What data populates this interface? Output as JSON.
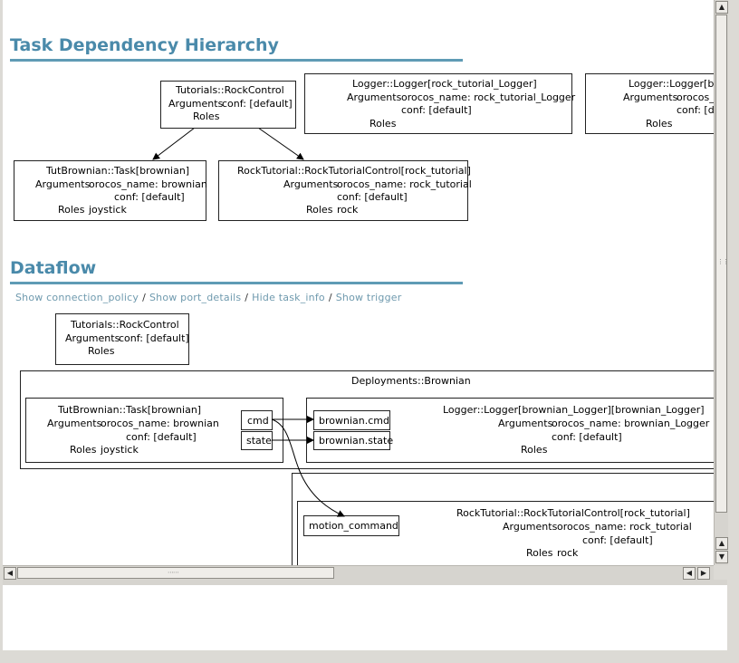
{
  "hierarchy": {
    "title": "Task Dependency Hierarchy",
    "rock_control": {
      "title": "Tutorials::RockControl",
      "arguments_label": "Arguments",
      "arguments": [
        "conf: [default]"
      ],
      "roles_label": "Roles",
      "roles": ""
    },
    "rock_logger": {
      "title": "Logger::Logger[rock_tutorial_Logger]",
      "arguments_label": "Arguments",
      "arguments": [
        "orocos_name: rock_tutorial_Logger",
        "conf: [default]"
      ],
      "roles_label": "Roles",
      "roles": ""
    },
    "brownian_logger_partial": {
      "title": "Logger::Logger[bro",
      "arguments_label": "Arguments",
      "arguments": [
        "orocos_n",
        "conf: [de"
      ],
      "roles_label": "Roles",
      "roles": ""
    },
    "tut_brownian": {
      "title": "TutBrownian::Task[brownian]",
      "arguments_label": "Arguments",
      "arguments": [
        "orocos_name: brownian",
        "conf: [default]"
      ],
      "roles_label": "Roles",
      "roles": "joystick"
    },
    "rock_tutorial_control": {
      "title": "RockTutorial::RockTutorialControl[rock_tutorial]",
      "arguments_label": "Arguments",
      "arguments": [
        "orocos_name: rock_tutorial",
        "conf: [default]"
      ],
      "roles_label": "Roles",
      "roles": "rock"
    }
  },
  "dataflow": {
    "title": "Dataflow",
    "links": [
      "Show connection_policy",
      "Show port_details",
      "Hide task_info",
      "Show trigger"
    ],
    "separator": "/",
    "rock_control": {
      "title": "Tutorials::RockControl",
      "arguments_label": "Arguments",
      "arguments": [
        "conf: [default]"
      ],
      "roles_label": "Roles",
      "roles": ""
    },
    "deployment": {
      "title": "Deployments::Brownian"
    },
    "tut_brownian": {
      "title": "TutBrownian::Task[brownian]",
      "arguments_label": "Arguments",
      "arguments": [
        "orocos_name: brownian",
        "conf: [default]"
      ],
      "roles_label": "Roles",
      "roles": "joystick",
      "ports": [
        "cmd",
        "state"
      ]
    },
    "brownian_logger": {
      "title": "Logger::Logger[brownian_Logger][brownian_Logger]",
      "arguments_label": "Arguments",
      "arguments": [
        "orocos_name: brownian_Logger",
        "conf: [default]"
      ],
      "roles_label": "Roles",
      "roles": "",
      "ports": [
        "brownian.cmd",
        "brownian.state"
      ]
    },
    "rock_tutorial_control": {
      "title": "RockTutorial::RockTutorialControl[rock_tutorial]",
      "arguments_label": "Arguments",
      "arguments": [
        "orocos_name: rock_tutorial",
        "conf: [default]"
      ],
      "roles_label": "Roles",
      "roles": "rock",
      "ports": [
        "motion_command"
      ]
    }
  },
  "scrollbar_arrows": {
    "up": "▲",
    "down": "▼",
    "left": "◀",
    "right": "▶"
  },
  "colors": {
    "section_title": "#4a8aaa",
    "link": "#6f9aae"
  }
}
